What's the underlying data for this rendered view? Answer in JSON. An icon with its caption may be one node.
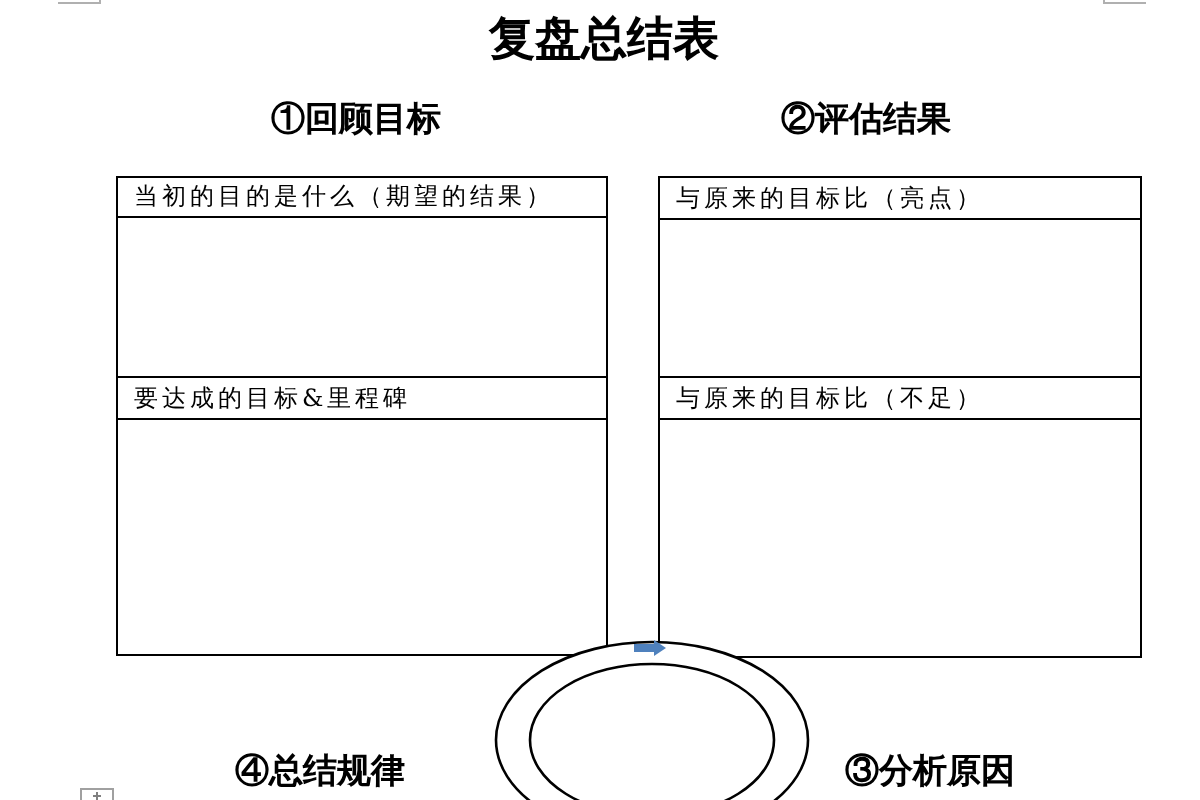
{
  "diagram": {
    "title": "复盘总结表",
    "nodes": [
      {
        "text": [
          "当初的目的是什么（期望的结果）"
        ]
      },
      {
        "text": [
          "要达成的目标&里程碑"
        ]
      },
      {
        "text": [
          "与原来的目标比（亮点）"
        ]
      },
      {
        "text": [
          "与原来的目标比（不足）"
        ]
      }
    ],
    "labels": [
      "①回顾目标",
      "②评估结果",
      "④总结规律",
      "③分析原因"
    ]
  }
}
